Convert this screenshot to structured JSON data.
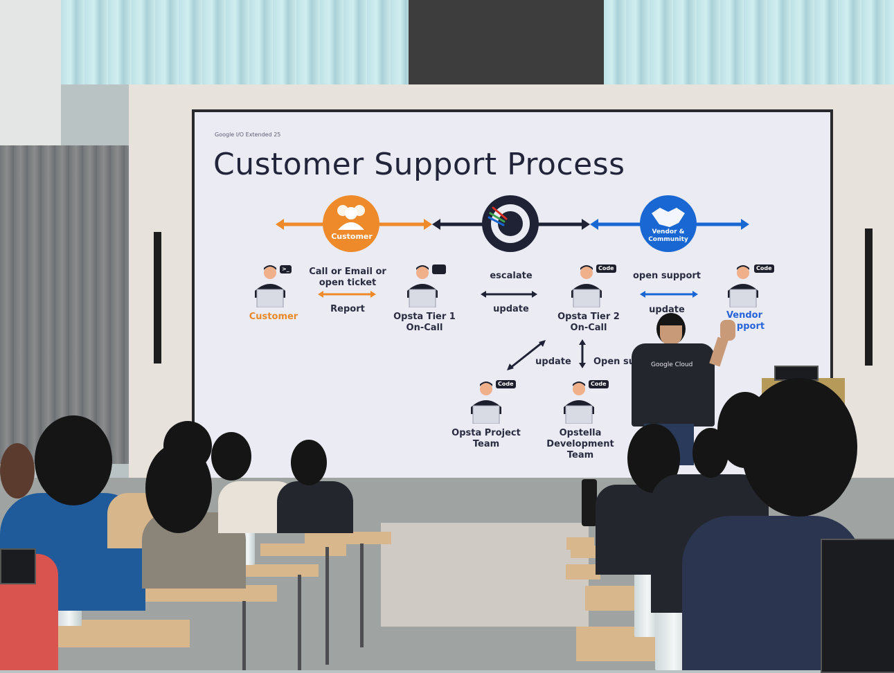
{
  "slide": {
    "conference_label": "Google I/O Extended 25",
    "title": "Customer Support Process",
    "customer_circle_label": "Customer",
    "vendor_circle_label": "Vendor & Community",
    "labels": {
      "customer": "Customer",
      "call_email": "Call or Email or",
      "open_ticket": "open ticket",
      "report": "Report",
      "tier1_line1": "Opsta Tier 1",
      "tier1_line2": "On-Call",
      "escalate": "escalate",
      "update_mid": "update",
      "tier2_line1": "Opsta Tier 2",
      "tier2_line2": "On-Call",
      "open_support": "open support",
      "update_right": "update",
      "vendor_line1": "Vendor",
      "vendor_line2": "pport",
      "update_lower": "update",
      "open_sup_lower": "Open sup",
      "project_line1": "Opsta Project",
      "project_line2": "Team",
      "opstella_line1": "Opstella",
      "opstella_line2": "Development",
      "opstella_line3": "Team"
    },
    "bubbles": {
      "terminal": ">_",
      "code": "Code"
    },
    "colors": {
      "orange": "#ee8a2a",
      "navy": "#1f2235",
      "blue": "#1967d2"
    }
  },
  "presenter": {
    "shirt_text": "Google Cloud"
  }
}
